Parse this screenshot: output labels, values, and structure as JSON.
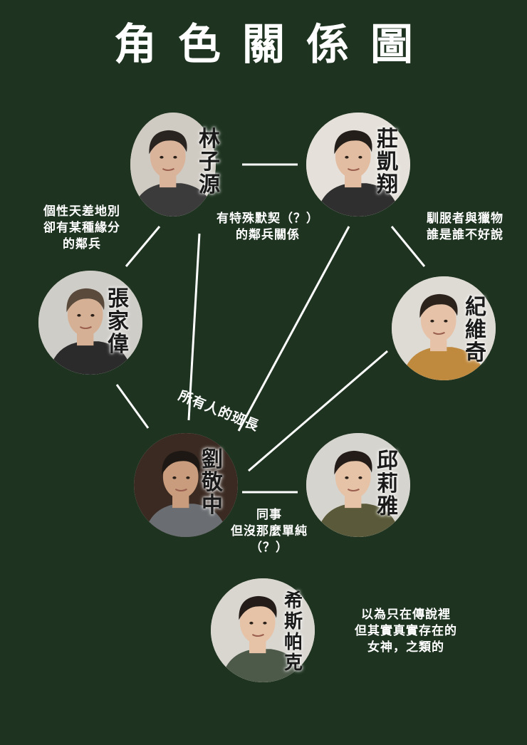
{
  "title": "角色關係圖",
  "colors": {
    "background": "#1e3320",
    "line": "#ffffff",
    "text": "#ffffff"
  },
  "nodes": [
    {
      "id": "lin",
      "name": "林子源",
      "bg": "#cfcac2",
      "skin": "#d9b49a",
      "hair": "#2a2420",
      "shirt": "#3b3b3b"
    },
    {
      "id": "zhuang",
      "name": "莊凱翔",
      "bg": "#e5e1da",
      "skin": "#e2bda2",
      "hair": "#241e1a",
      "shirt": "#2f2f2f"
    },
    {
      "id": "zhang",
      "name": "張家偉",
      "bg": "#cfcdc8",
      "skin": "#d6b094",
      "hair": "#5a4a3c",
      "shirt": "#2b2b2b"
    },
    {
      "id": "ji",
      "name": "紀維奇",
      "bg": "#dedad4",
      "skin": "#e6c3a8",
      "hair": "#2b221c",
      "shirt": "#c08a3e"
    },
    {
      "id": "liu",
      "name": "劉敬中",
      "bg": "#3a2a22",
      "skin": "#c89c7c",
      "hair": "#1e1814",
      "shirt": "#6a6e72"
    },
    {
      "id": "qiu",
      "name": "邱莉雅",
      "bg": "#d6d4ce",
      "skin": "#e6c2a6",
      "hair": "#241c18",
      "shirt": "#5a5a3a"
    },
    {
      "id": "xi",
      "name": "希斯帕克",
      "bg": "#d9d6d0",
      "skin": "#e6c2a6",
      "hair": "#241c18",
      "shirt": "#4d5a4a"
    }
  ],
  "annotations": [
    {
      "id": "lin-zhang",
      "lines": [
        "個性天差地別",
        "卻有某種緣分",
        "的鄰兵"
      ]
    },
    {
      "id": "lin-zhuang",
      "lines": [
        "有特殊默契（？）",
        "的鄰兵關係"
      ]
    },
    {
      "id": "zhuang-ji",
      "lines": [
        "馴服者與獵物",
        "誰是誰不好說"
      ]
    },
    {
      "id": "leader",
      "lines": [
        "所有人的班長"
      ]
    },
    {
      "id": "liu-qiu",
      "lines": [
        "同事",
        "但沒那麼單純",
        "（？）"
      ]
    },
    {
      "id": "xi",
      "lines": [
        "以為只在傳說裡",
        "但其實真實存在的",
        "女神，之類的"
      ]
    }
  ]
}
